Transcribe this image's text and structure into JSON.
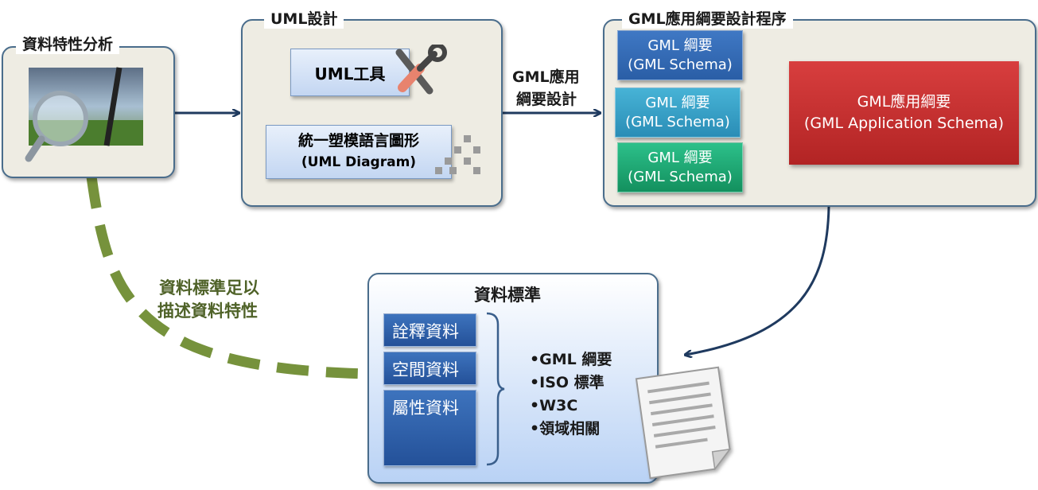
{
  "panels": {
    "data_analysis": {
      "title": "資料特性分析"
    },
    "uml_design": {
      "title": "UML設計",
      "tool_label": "UML工具",
      "diagram_line1": "統一塑模語言圖形",
      "diagram_line2": "(UML Diagram)"
    },
    "gml_process": {
      "title": "GML應用綱要設計程序",
      "schemas": [
        {
          "line1": "GML 綱要",
          "line2": "(GML Schema)"
        },
        {
          "line1": "GML 綱要",
          "line2": "(GML Schema)"
        },
        {
          "line1": "GML 綱要",
          "line2": "(GML Schema)"
        }
      ],
      "app_schema_line1": "GML應用綱要",
      "app_schema_line2": "(GML Application Schema)"
    },
    "data_standard": {
      "title": "資料標準",
      "categories": [
        "詮釋資料",
        "空間資料",
        "屬性資料"
      ],
      "bullets": [
        "•GML 綱要",
        "•ISO 標準",
        "•W3C",
        "•領域相關"
      ]
    }
  },
  "arrow_labels": {
    "gml_design_line1": "GML應用",
    "gml_design_line2": "綱要設計"
  },
  "dashed_label": {
    "line1": "資料標準足以",
    "line2": "描述資料特性"
  },
  "icons": [
    "magnifier-photo-icon",
    "tools-icon",
    "hierarchy-icon",
    "document-icon"
  ],
  "colors": {
    "panel_border": "#4a6d8c",
    "panel_fill": "#eeece3",
    "arrow": "#1f3a5f",
    "dashed": "#76923c",
    "dashed_label": "#4f6228",
    "app_schema": "#c83030"
  }
}
